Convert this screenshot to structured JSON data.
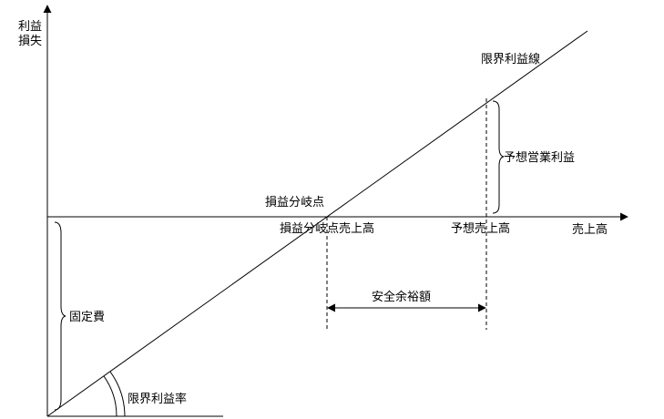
{
  "labels": {
    "y_axis_line1": "利益",
    "y_axis_line2": "損失",
    "x_axis": "売上高",
    "marginal_profit_line": "限界利益線",
    "expected_operating_profit": "予想営業利益",
    "break_even_point": "損益分岐点",
    "break_even_sales": "損益分岐点売上高",
    "expected_sales": "予想売上高",
    "safety_margin": "安全余裕額",
    "fixed_cost": "固定費",
    "marginal_profit_rate": "限界利益率"
  }
}
